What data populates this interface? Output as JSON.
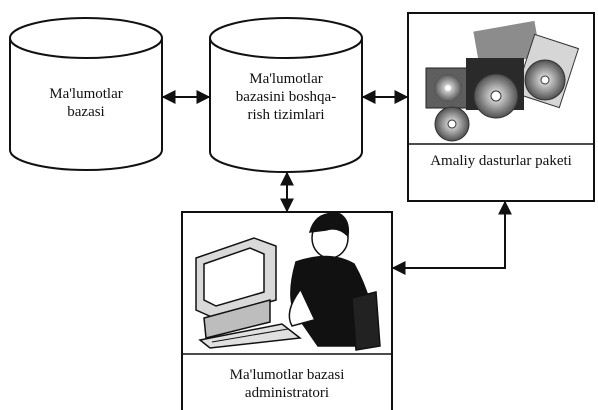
{
  "nodes": {
    "database": {
      "lines": [
        "Ma'lumotlar",
        "bazasi"
      ]
    },
    "dbms": {
      "lines": [
        "Ma'lumotlar",
        "bazasini boshqa-",
        "rish tizimlari"
      ]
    },
    "app_package": {
      "label": "Amaliy dasturlar paketi",
      "image": "cd-discs-photo"
    },
    "administrator": {
      "lines": [
        "Ma'lumotlar bazasi",
        "administratori"
      ],
      "image": "person-at-computer-clipart"
    }
  },
  "connections": [
    {
      "from": "database",
      "to": "dbms",
      "type": "bidirectional"
    },
    {
      "from": "dbms",
      "to": "app_package",
      "type": "bidirectional"
    },
    {
      "from": "dbms",
      "to": "administrator",
      "type": "bidirectional"
    },
    {
      "from": "app_package",
      "to": "administrator",
      "type": "bidirectional"
    }
  ]
}
